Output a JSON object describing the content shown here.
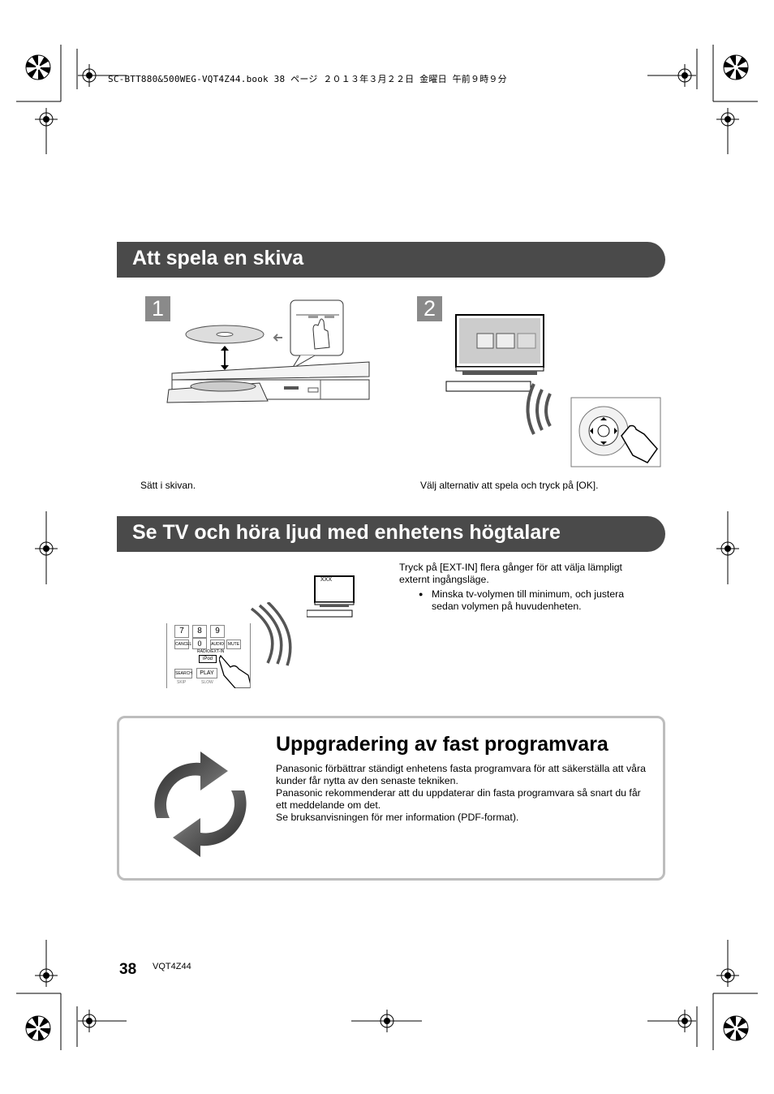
{
  "header": {
    "print_line": "SC-BTT880&500WEG-VQT4Z44.book  38 ページ  ２０１３年３月２２日  金曜日  午前９時９分"
  },
  "section1": {
    "title": "Att spela en skiva",
    "step1": {
      "number": "1",
      "caption": "Sätt i skivan."
    },
    "step2": {
      "number": "2",
      "caption": "Välj alternativ att spela och tryck på [OK]."
    }
  },
  "section2": {
    "title": "Se TV och höra ljud med enhetens högtalare",
    "tv_label": "XXX",
    "instruction": "Tryck på [EXT-IN] flera gånger för att välja lämpligt externt ingångsläge.",
    "bullets": [
      "Minska tv-volymen till minimum, och justera sedan volymen på huvudenheten."
    ],
    "remote_keys": {
      "k7": "7",
      "k8": "8",
      "k9": "9",
      "k0": "0",
      "cancel": "CANCEL",
      "audio": "AUDIO",
      "mute": "MUTE",
      "radio_ext": "RADIO/EXT-IN",
      "ipod": "iPod",
      "search": "SEARCH",
      "play": "PLAY",
      "skip": "SKIP",
      "slow": "SLOW"
    }
  },
  "firmware": {
    "title": "Uppgradering av fast programvara",
    "lines": [
      "Panasonic förbättrar ständigt enhetens fasta programvara för att säkerställa att våra kunder får nytta av den senaste tekniken.",
      "Panasonic rekommenderar att du uppdaterar din fasta programvara så snart du får ett meddelande om det.",
      "Se bruksanvisningen för mer information (PDF-format)."
    ],
    "icon": "refresh-arrows-icon"
  },
  "footer": {
    "page_number": "38",
    "doc_code": "VQT4Z44"
  },
  "colors": {
    "section_bar": "#4a4a4a",
    "step_box": "#8a8a8a",
    "frame": "#bdbdbd"
  }
}
